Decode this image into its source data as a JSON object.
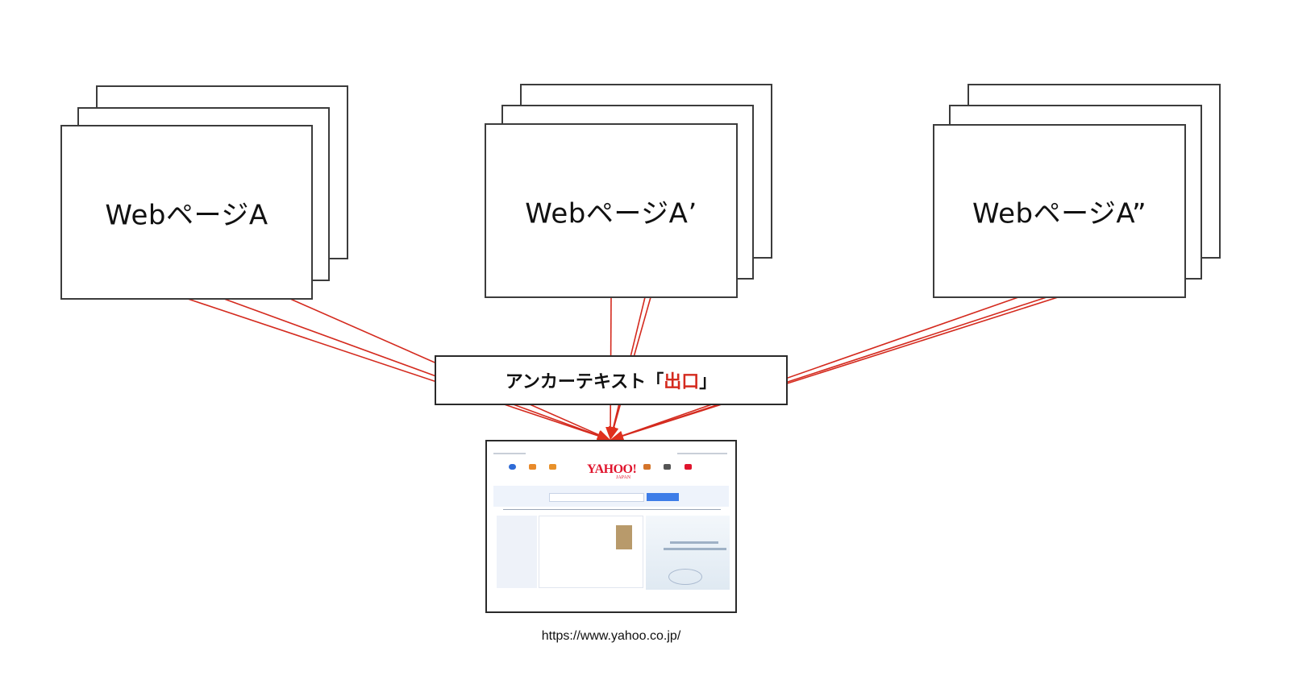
{
  "diagram": {
    "source_pages": [
      {
        "label": "WebページA"
      },
      {
        "label": "WebページA’"
      },
      {
        "label": "WebページA”"
      }
    ],
    "anchor_text": {
      "prefix": "アンカーテキスト「",
      "highlight": "出口",
      "suffix": "」"
    },
    "target": {
      "thumbnail_logo": "YAHOO!",
      "thumbnail_logo_sub": "JAPAN",
      "url": "https://www.yahoo.co.jp/"
    },
    "colors": {
      "link_line": "#d42a1e",
      "highlight": "#d42a1e",
      "border": "#3c3c3c"
    }
  }
}
